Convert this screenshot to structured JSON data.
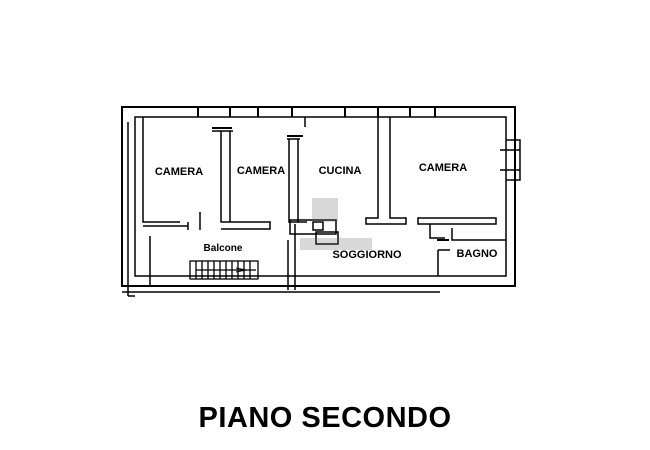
{
  "plan": {
    "rooms": [
      {
        "id": "camera-1",
        "label": "CAMERA"
      },
      {
        "id": "camera-2",
        "label": "CAMERA"
      },
      {
        "id": "cucina",
        "label": "CUCINA"
      },
      {
        "id": "camera-3",
        "label": "CAMERA"
      },
      {
        "id": "soggiorno",
        "label": "SOGGIORNO"
      },
      {
        "id": "bagno",
        "label": "BAGNO"
      },
      {
        "id": "balcone",
        "label": "Balcone"
      }
    ],
    "floor_title": "PIANO SECONDO"
  }
}
